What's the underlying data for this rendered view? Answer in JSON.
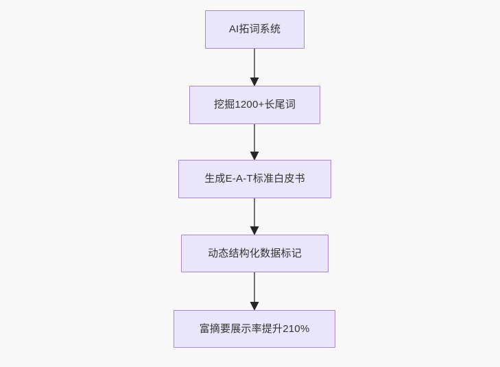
{
  "diagram": {
    "type": "flowchart",
    "direction": "top-to-bottom",
    "background_color": "#f8f8f8",
    "node_fill_color": "#e9e6fb",
    "node_border_color": "#a684d6",
    "node_text_color": "#333333",
    "edge_line_color": "#6e6e6e",
    "edge_arrow_color": "#262626",
    "nodes": [
      {
        "id": "node-1",
        "label": "AI拓词系统"
      },
      {
        "id": "node-2",
        "label": "挖掘1200+长尾词"
      },
      {
        "id": "node-3",
        "label": "生成E-A-T标准白皮书"
      },
      {
        "id": "node-4",
        "label": "动态结构化数据标记"
      },
      {
        "id": "node-5",
        "label": "富摘要展示率提升210%"
      }
    ],
    "edges": [
      {
        "id": "edge-1",
        "from": "node-1",
        "to": "node-2",
        "label": ""
      },
      {
        "id": "edge-2",
        "from": "node-2",
        "to": "node-3",
        "label": ""
      },
      {
        "id": "edge-3",
        "from": "node-3",
        "to": "node-4",
        "label": ""
      },
      {
        "id": "edge-4",
        "from": "node-4",
        "to": "node-5",
        "label": ""
      }
    ]
  }
}
